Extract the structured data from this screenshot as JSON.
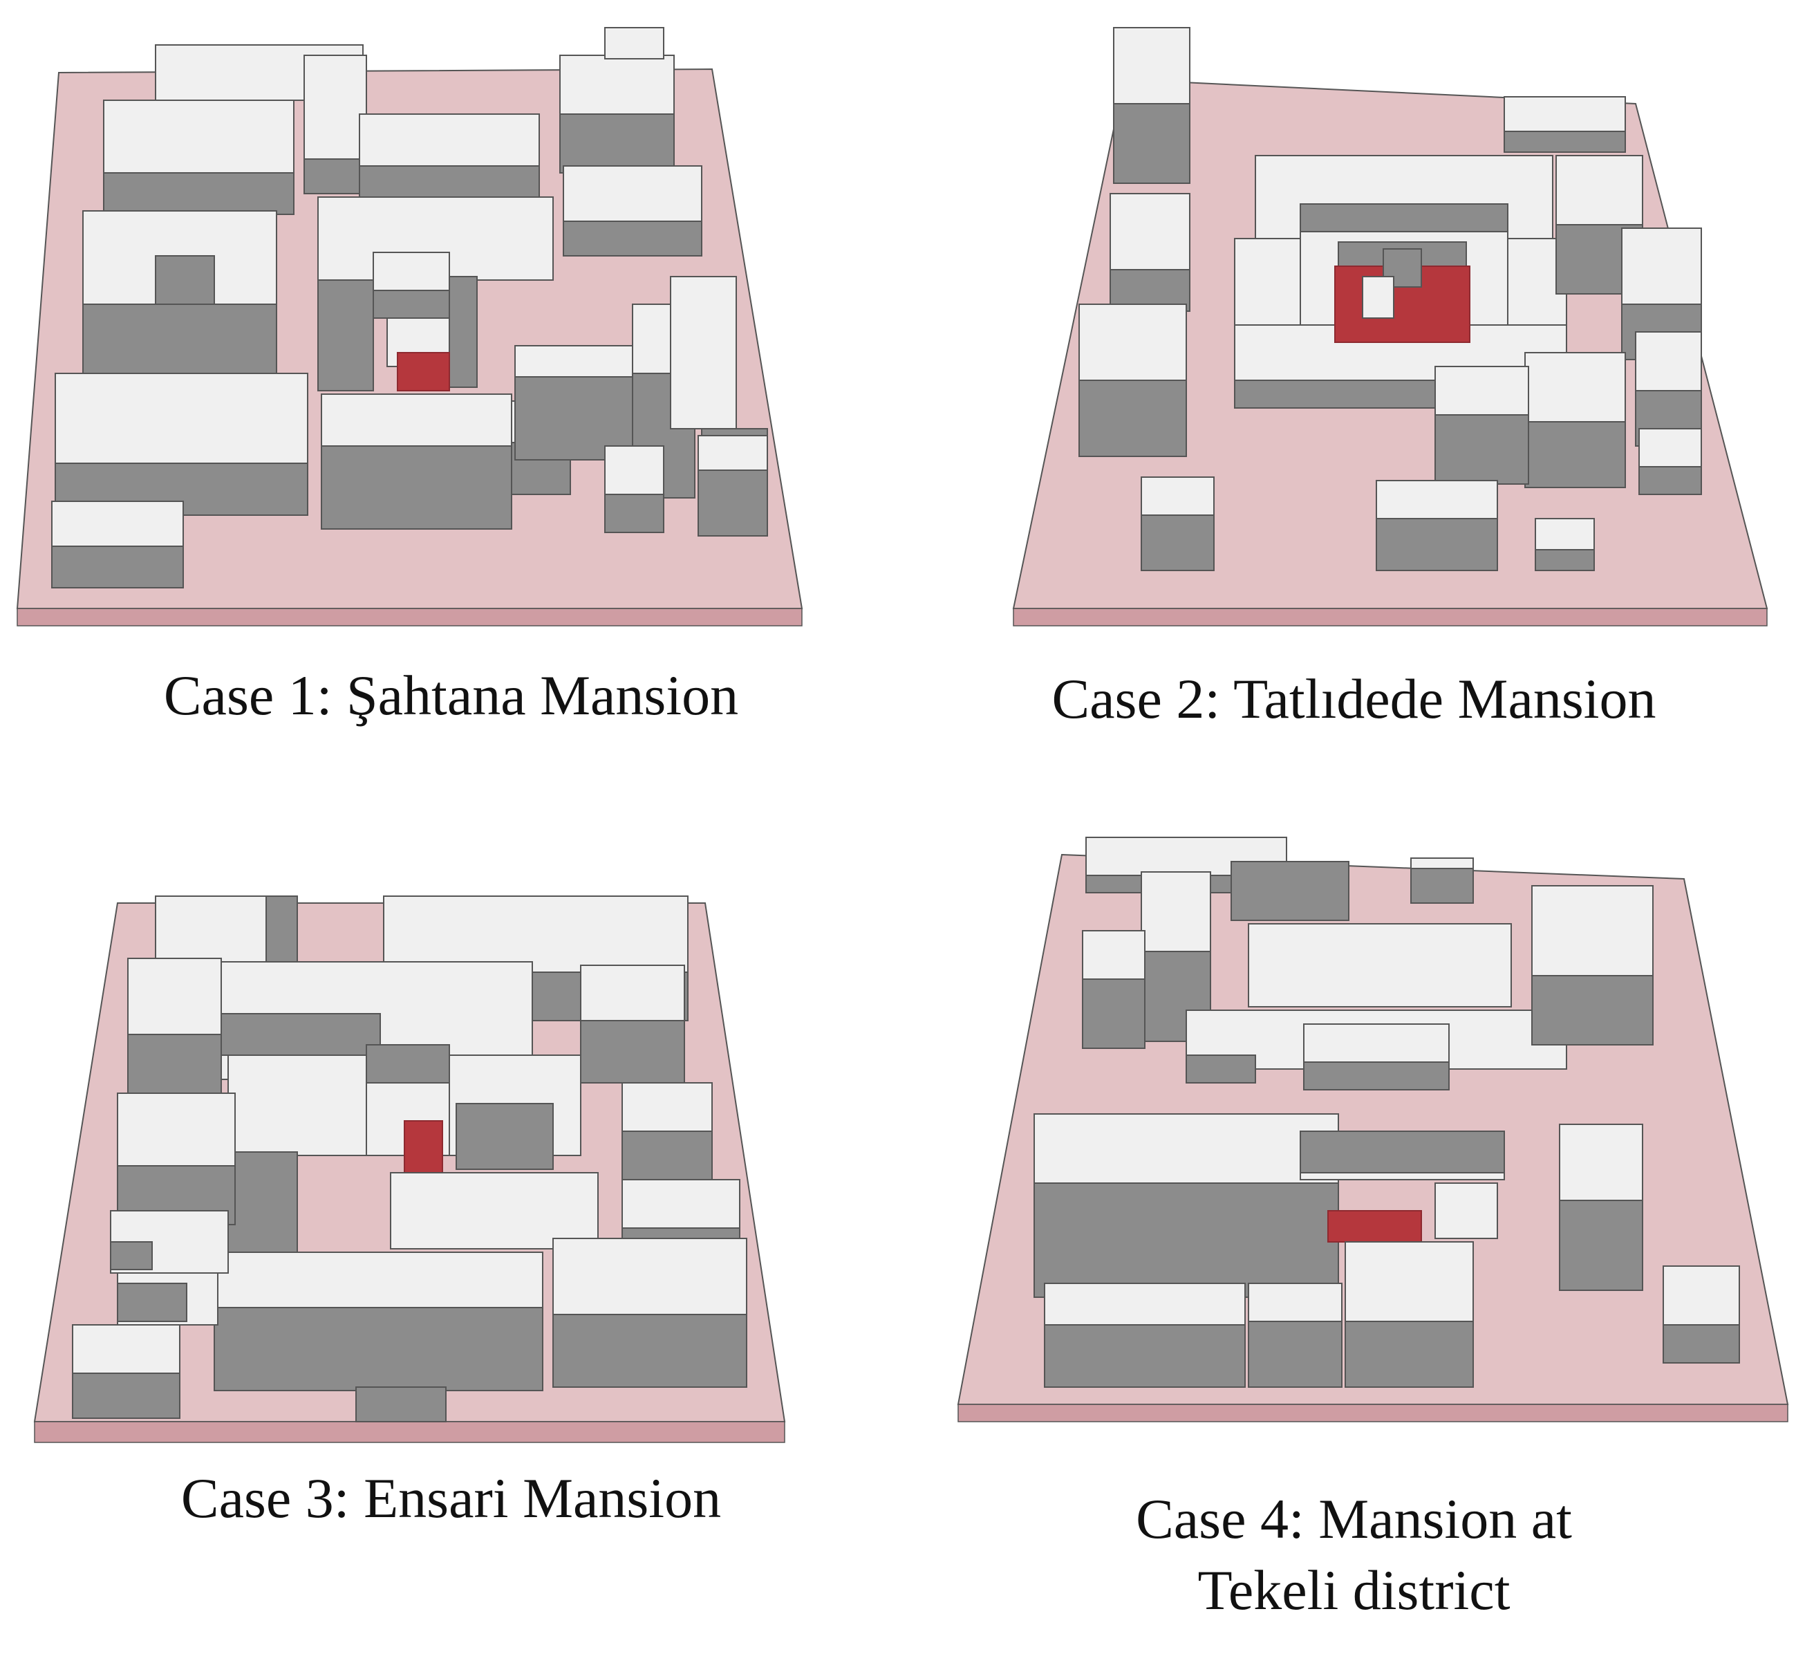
{
  "colors": {
    "roof": "#f0f0f0",
    "wall": "#8c8c8c",
    "wall_light": "#a6a6a6",
    "outline": "#555555",
    "ground": "#e3c2c5",
    "ground_side": "#cf9da3",
    "mansion": "#b5373d",
    "mansion_side": "#8e2a30"
  },
  "cases": [
    {
      "caption_line1": "Case 1: Şahtana Mansion",
      "caption_line2": ""
    },
    {
      "caption_line1": "Case 2: Tatlıdede Mansion",
      "caption_line2": ""
    },
    {
      "caption_line1": "Case 3: Ensari Mansion",
      "caption_line2": ""
    },
    {
      "caption_line1": "Case 4: Mansion at",
      "caption_line2": "Tekeli district"
    }
  ]
}
